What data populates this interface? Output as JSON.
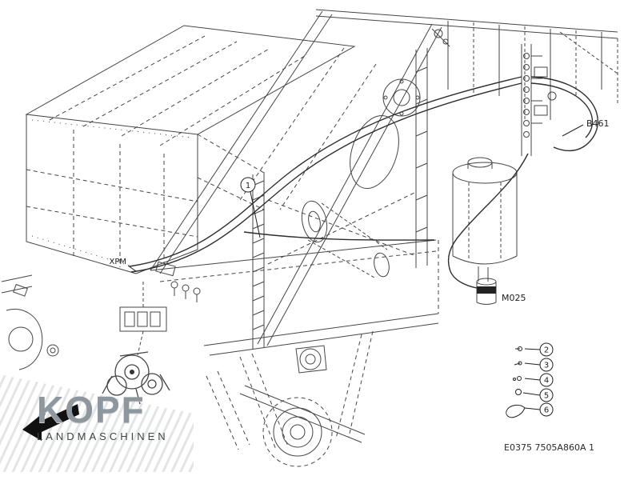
{
  "diagram": {
    "callout_main": "1",
    "labels": {
      "xpm": "XPM",
      "b461": "B461",
      "m025": "M025"
    },
    "callouts": [
      {
        "label": "2"
      },
      {
        "label": "3"
      },
      {
        "label": "4"
      },
      {
        "label": "5"
      },
      {
        "label": "6"
      }
    ],
    "doc_number": "E0375 7505A860A 1"
  },
  "watermark": {
    "brand": "KOPF",
    "subtitle": "LANDMASCHINEN"
  },
  "colors": {
    "line": "#3f3f3f",
    "hose": "#2e2e2e",
    "watermark_gray": "#8e979e"
  }
}
